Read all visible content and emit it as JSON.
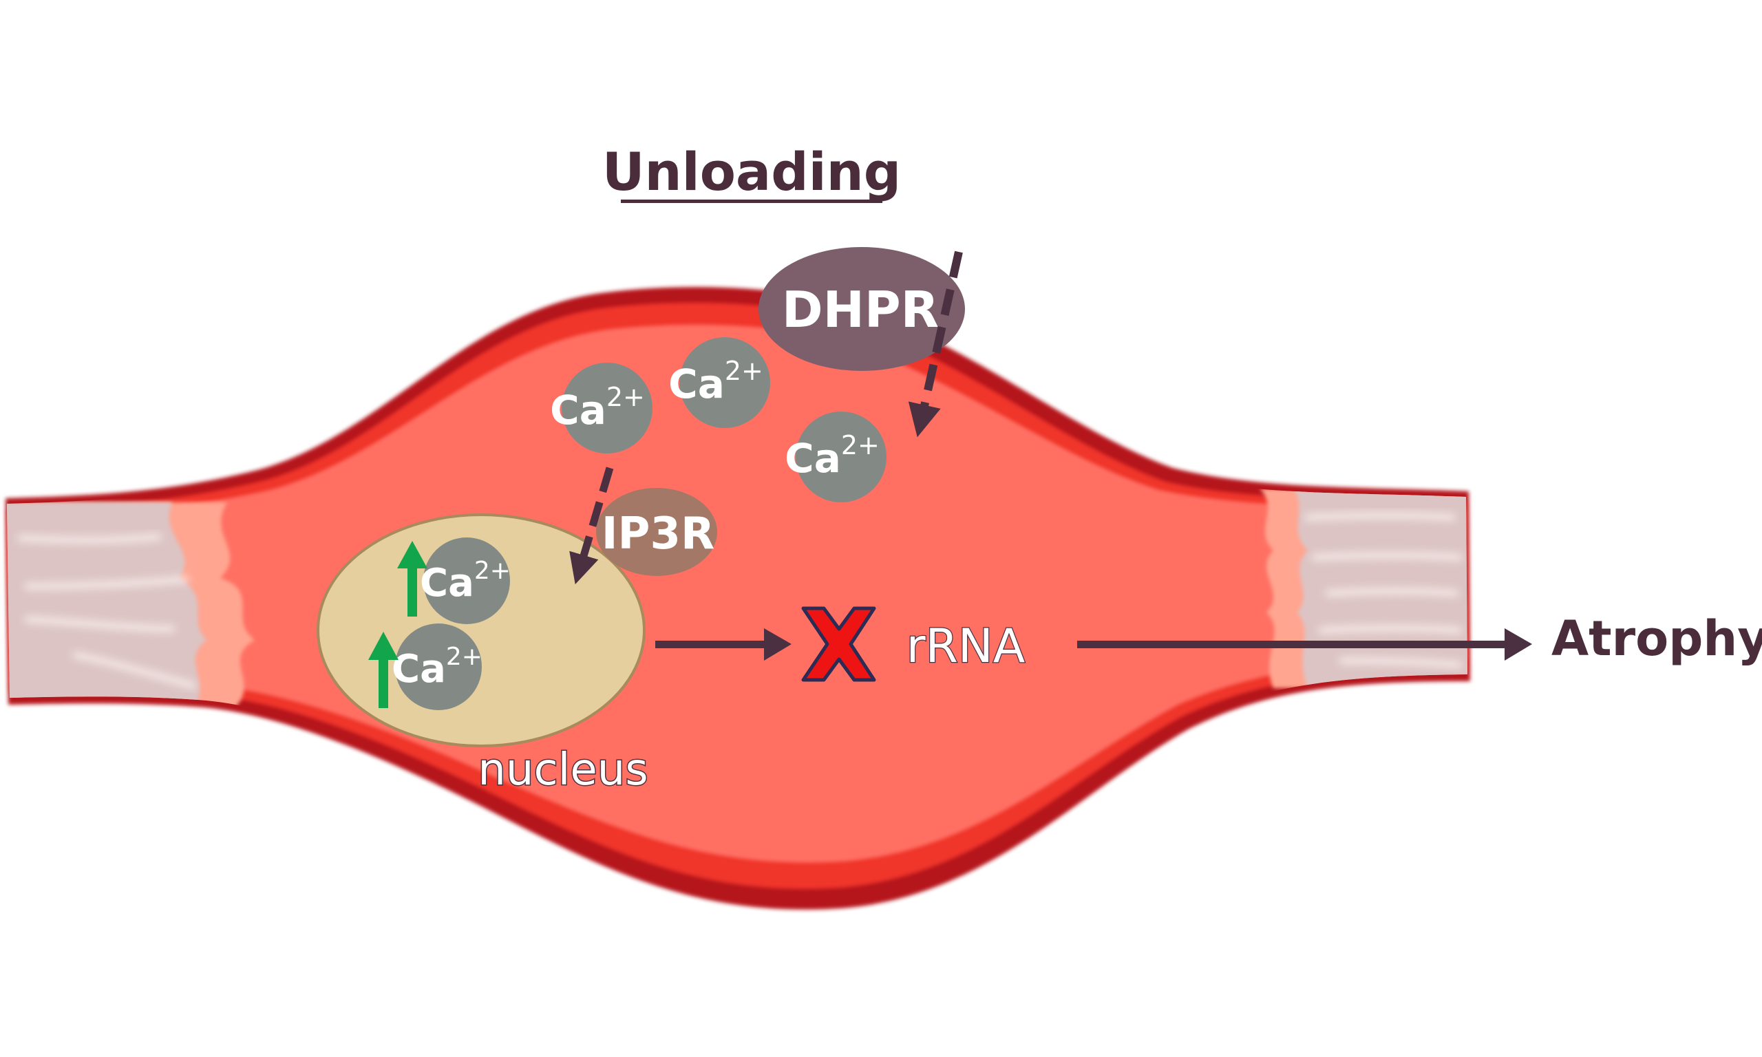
{
  "title": "Unloading",
  "labels": {
    "dhpr": "DHPR",
    "ip3r": "IP3R",
    "nucleus": "nucleus",
    "rrna": "rRNA",
    "atrophy": "Atrophy"
  },
  "calcium": {
    "symbol": "Ca",
    "charge": "2+",
    "cytoplasm_count": 3,
    "nuclear_count": 2,
    "nuclear_trend": "increase"
  },
  "pathway": [
    {
      "from": "Unloading",
      "to": "DHPR",
      "style": "dashed"
    },
    {
      "from": "DHPR",
      "to": "Ca2+ (cytoplasm)",
      "style": "dashed"
    },
    {
      "from": "Ca2+ (cytoplasm)",
      "to": "nucleus via IP3R",
      "style": "dashed"
    },
    {
      "from": "nucleus",
      "to": "rRNA",
      "style": "solid",
      "note": "blocked"
    },
    {
      "from": "rRNA",
      "to": "Atrophy",
      "style": "solid"
    }
  ],
  "colors": {
    "text_dark": "#4a2c3a",
    "arrow": "#4a3040",
    "muscle_body": "#ff6f63",
    "muscle_edge": "#b5151b",
    "muscle_inner_edge": "#f0352c",
    "tendon": "#dcc4c4",
    "tendon_transition": "#ffa590",
    "dhpr_fill": "#7d5e6b",
    "ip3r_fill": "#a37866",
    "ion_fill": "#838a85",
    "nucleus_fill": "#e6cf9e",
    "nucleus_stroke": "#a88a5c",
    "up_arrow": "#13a54b",
    "block_fill": "#ee1414",
    "block_stroke": "#2b2b55"
  }
}
